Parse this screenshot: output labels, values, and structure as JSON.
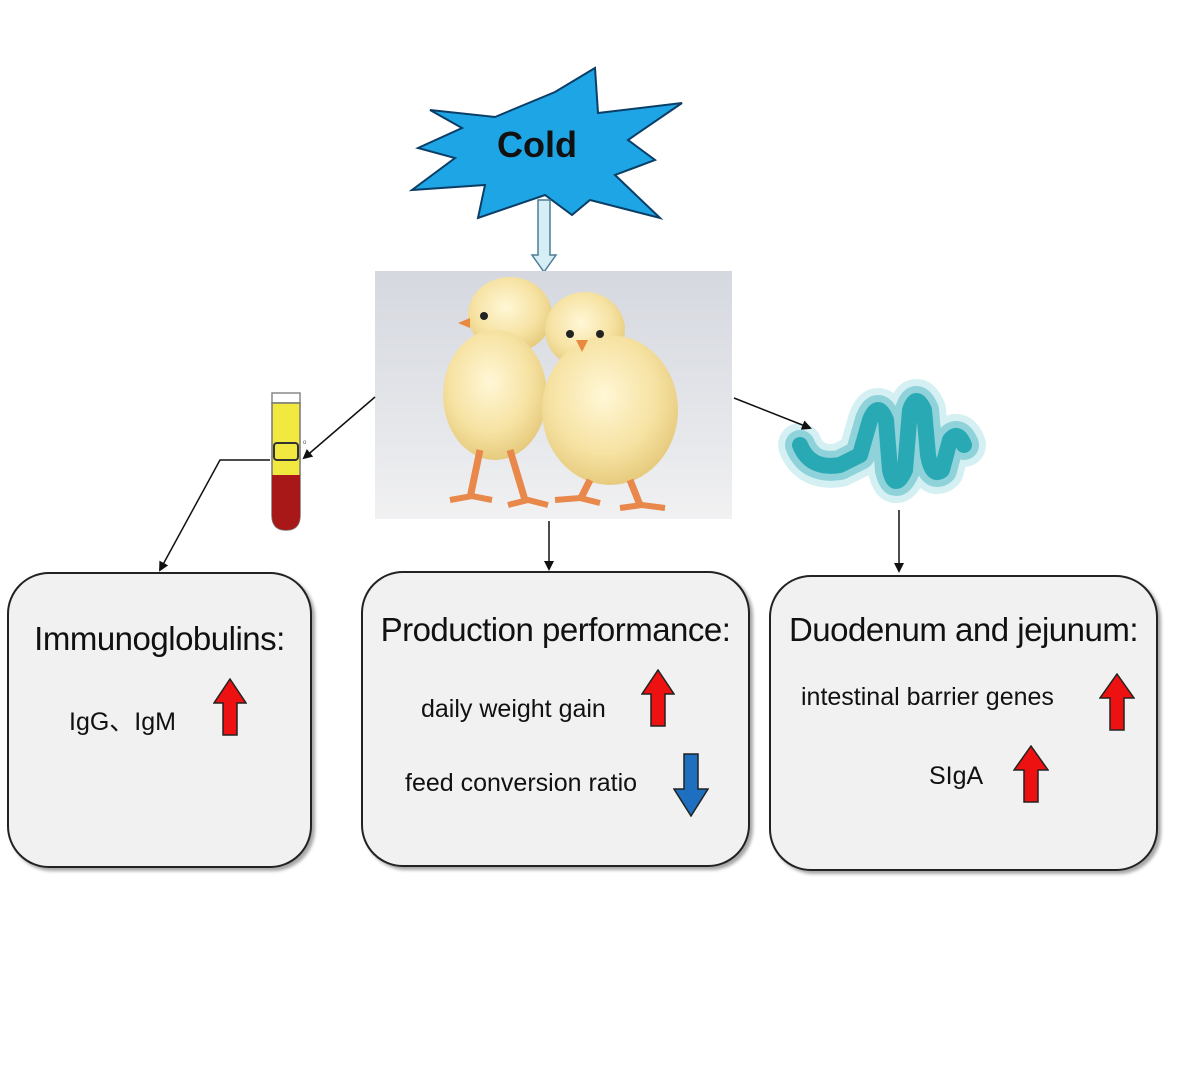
{
  "stimulus": {
    "label": "Cold",
    "color": "#1ea5e6"
  },
  "boxes": {
    "immunoglobulins": {
      "title": "Immunoglobulins:",
      "items": [
        {
          "label": "IgG、IgM",
          "direction": "up"
        }
      ]
    },
    "production": {
      "title": "Production performance:",
      "items": [
        {
          "label": "daily weight gain",
          "direction": "up"
        },
        {
          "label": "feed conversion ratio",
          "direction": "down"
        }
      ]
    },
    "intestine": {
      "title": "Duodenum and jejunum:",
      "items": [
        {
          "label": "intestinal barrier genes",
          "direction": "up"
        },
        {
          "label": "SIgA",
          "direction": "up"
        }
      ]
    }
  },
  "colors": {
    "increase_arrow": "#ee1111",
    "decrease_arrow": "#1f6fc0",
    "intestine_icon": "#29a9b4",
    "blood_tube_serum": "#f2e940",
    "blood_tube_cells": "#a81818"
  },
  "icons": {
    "stimulus": "starburst-icon",
    "animals": "chicks-image",
    "blood": "test-tube-icon",
    "intestine": "intestine-icon"
  }
}
